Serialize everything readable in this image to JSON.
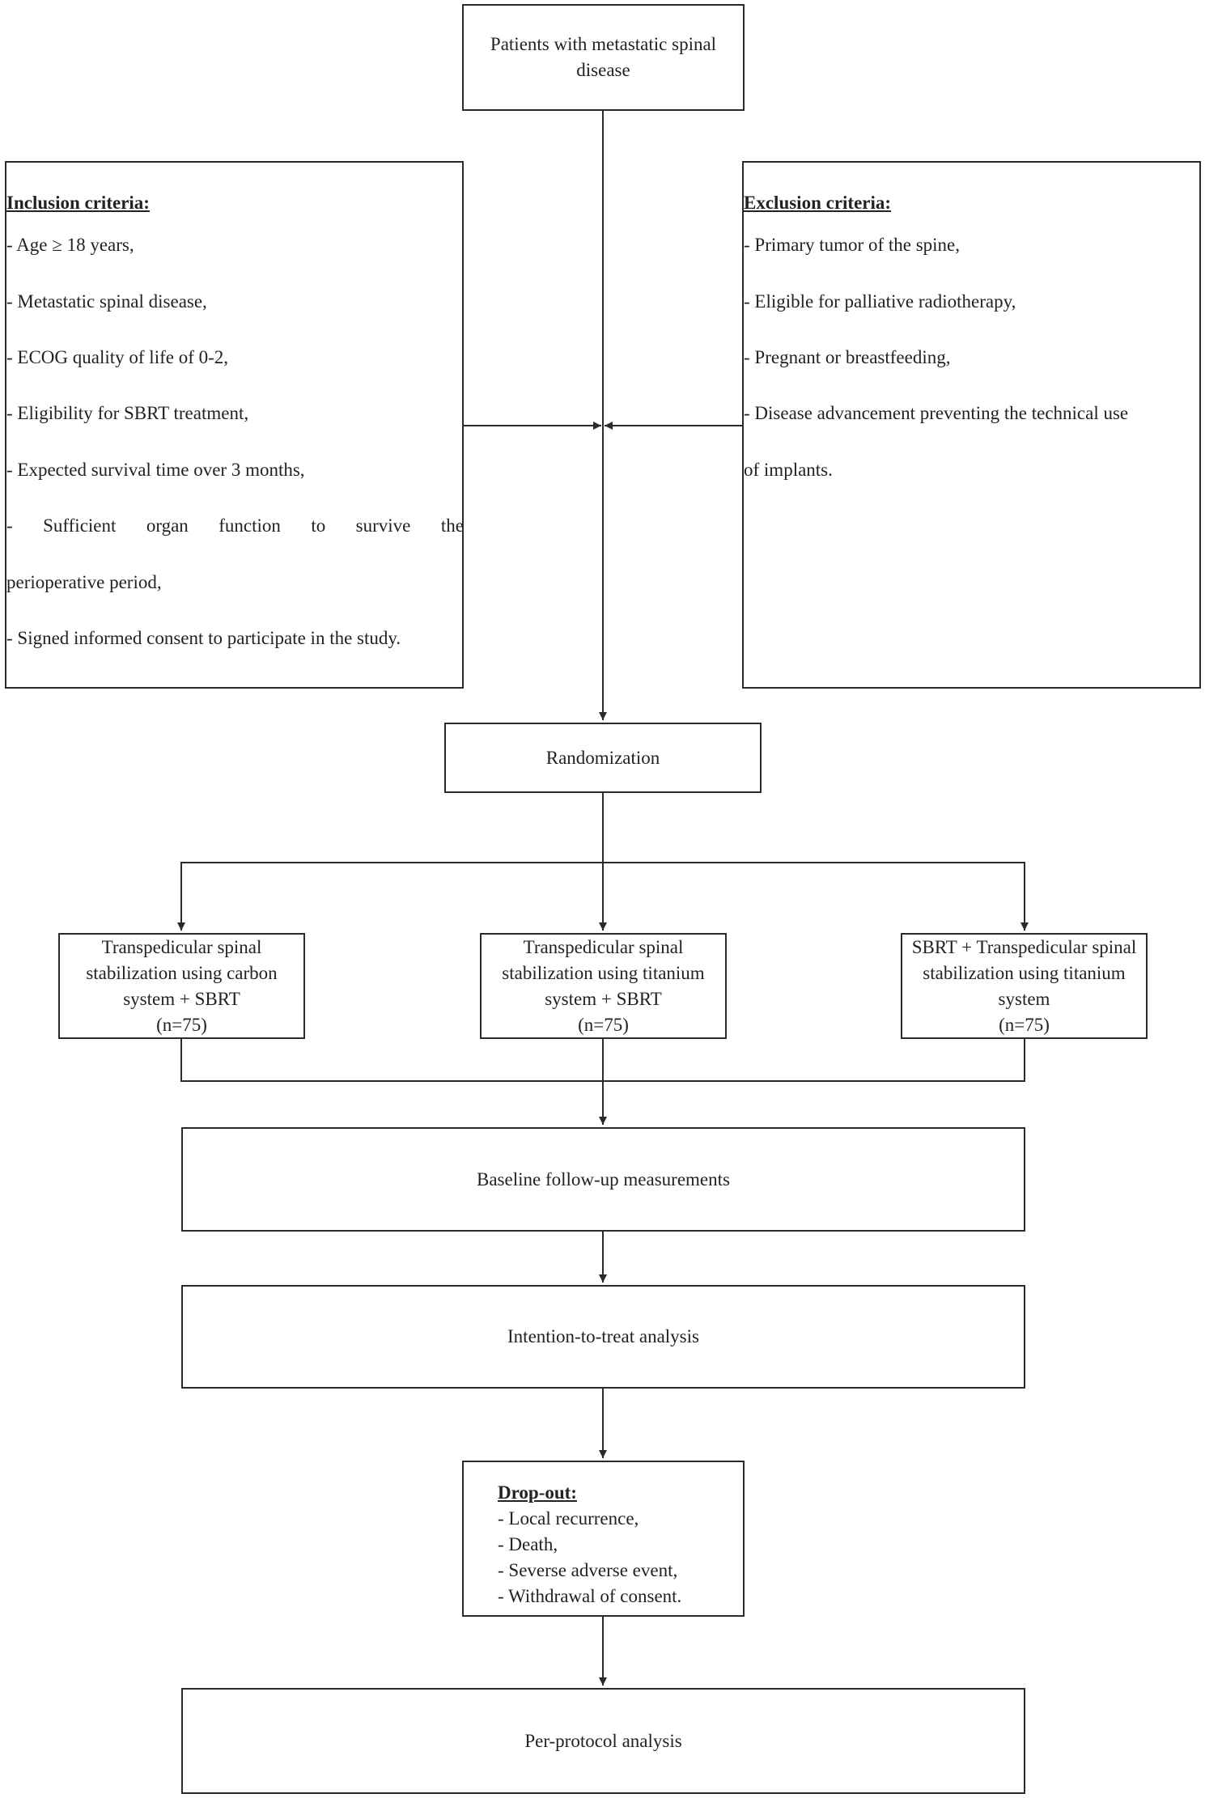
{
  "start": {
    "label": "Patients with metastatic spinal disease"
  },
  "inclusion": {
    "title": "Inclusion criteria:",
    "items": [
      "- Age ≥ 18 years,",
      "- Metastatic spinal disease,",
      "- ECOG quality of life of 0-2,",
      "- Eligibility for SBRT treatment,",
      "- Expected survival time over 3 months,",
      [
        "-",
        "Sufficient",
        "organ",
        "function",
        "to",
        "survive",
        "the"
      ],
      "perioperative period,",
      "- Signed informed consent to participate in the study."
    ]
  },
  "exclusion": {
    "title": "Exclusion criteria:",
    "items": [
      "- Primary tumor of the spine,",
      "- Eligible for palliative radiotherapy,",
      "- Pregnant or breastfeeding,",
      "- Disease advancement preventing the technical use",
      "of implants."
    ]
  },
  "randomization": {
    "label": "Randomization"
  },
  "arms": [
    {
      "label": "Transpedicular spinal stabilization using carbon system + SBRT",
      "n": "(n=75)"
    },
    {
      "label": "Transpedicular spinal stabilization using titanium system + SBRT",
      "n": "(n=75)"
    },
    {
      "label": "SBRT + Transpedicular spinal stabilization using titanium system",
      "n": "(n=75)"
    }
  ],
  "baseline": {
    "label": "Baseline follow-up measurements"
  },
  "itt": {
    "label": "Intention-to-treat analysis"
  },
  "dropout": {
    "title": "Drop-out:",
    "items": [
      "- Local recurrence,",
      "- Death,",
      "- Seversе adverse event,",
      "- Withdrawal of consent."
    ]
  },
  "perprotocol": {
    "label": "Per-protocol analysis"
  }
}
